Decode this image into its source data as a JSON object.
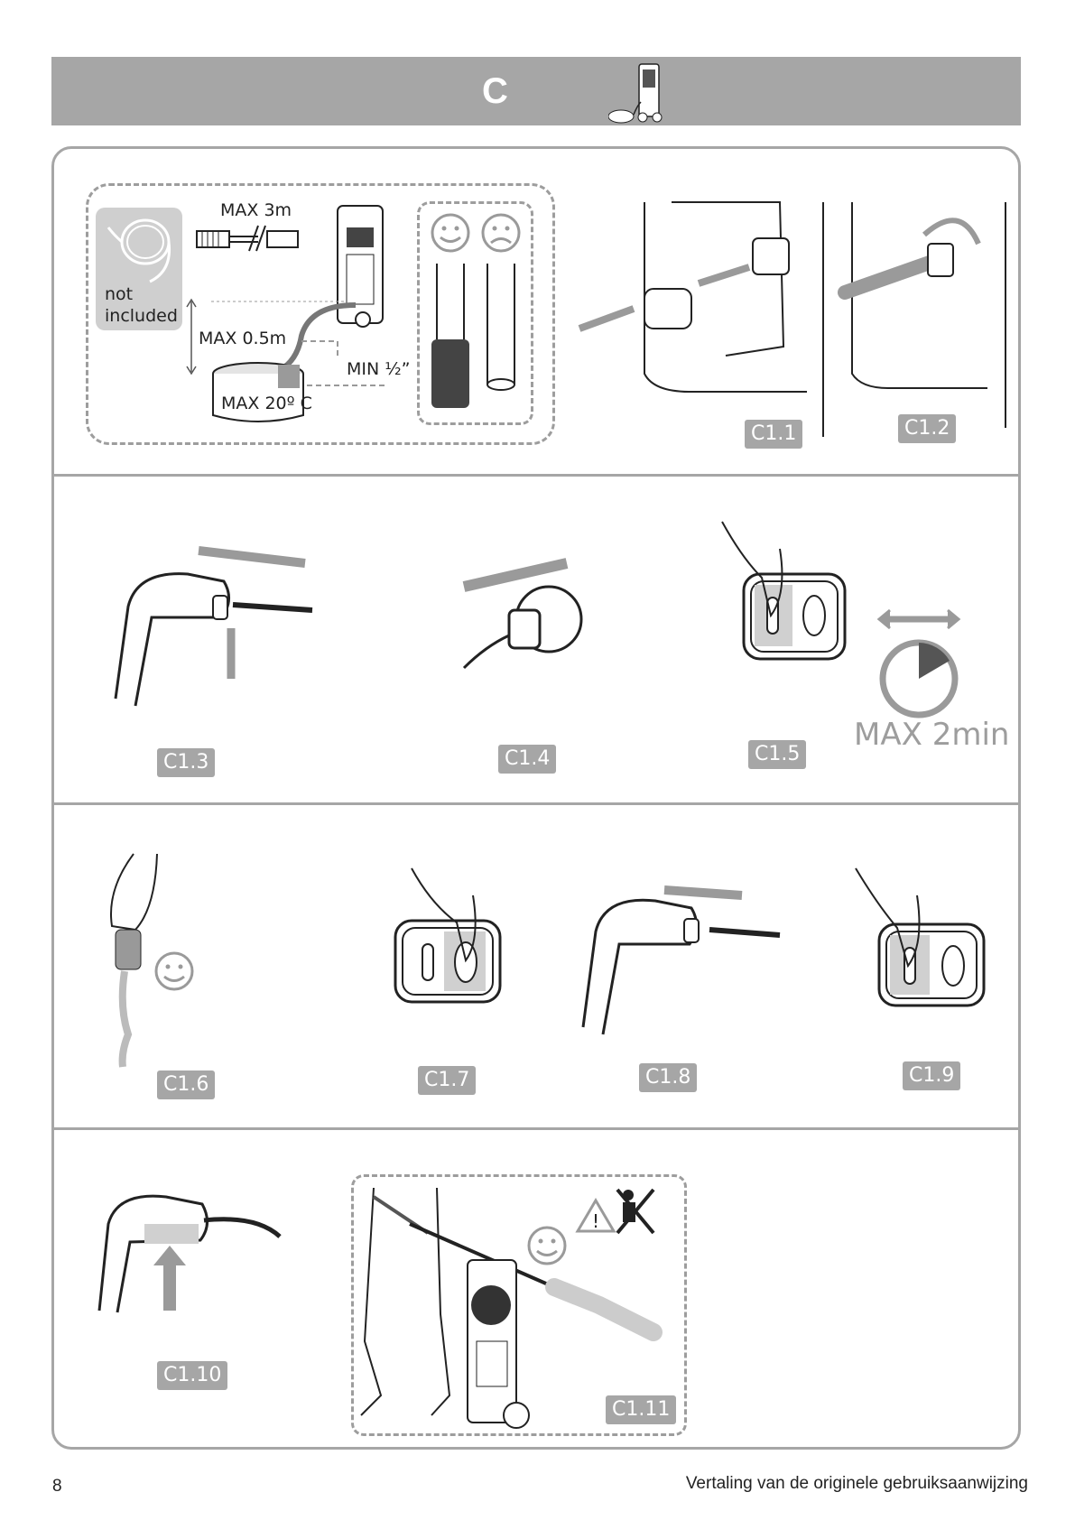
{
  "header": {
    "section_letter": "C"
  },
  "step1": {
    "hose_note": "not\nincluded",
    "max_length": "MAX 3m",
    "max_height": "MAX 0.5m",
    "min_diameter": "MIN ½”",
    "max_temperature": "MAX 20º C"
  },
  "timer": {
    "max_time": "MAX 2min"
  },
  "steps": [
    "C1.1",
    "C1.2",
    "C1.3",
    "C1.4",
    "C1.5",
    "C1.6",
    "C1.7",
    "C1.8",
    "C1.9",
    "C1.10",
    "C1.11"
  ],
  "footer": {
    "page_number": "8",
    "caption": "Vertaling van de originele gebruiksaanwijzing"
  }
}
